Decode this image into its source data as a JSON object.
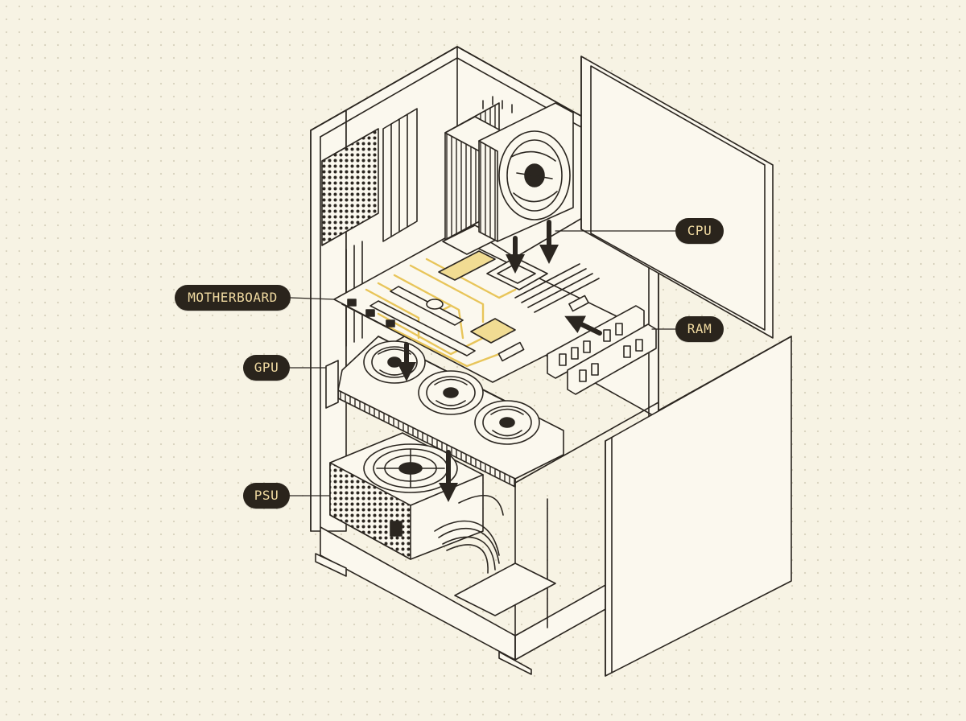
{
  "labels": {
    "motherboard": "MOTHERBOARD",
    "gpu": "GPU",
    "psu": "PSU",
    "cpu": "CPU",
    "ram": "RAM"
  },
  "colors": {
    "background": "#f7f3e4",
    "line": "#2b2620",
    "panel_fill": "#fbf8ee",
    "highlight": "#e8c55a",
    "label_bg": "#2a241c",
    "label_text": "#efd9a0"
  }
}
